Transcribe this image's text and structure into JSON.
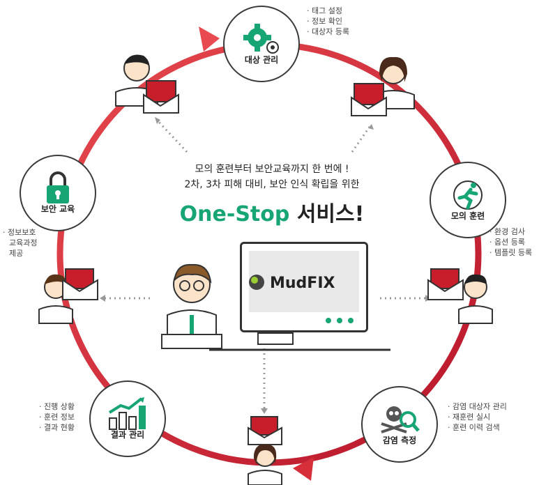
{
  "center": {
    "line1": "모의 훈련부터 보안교육까지 한 번에 !",
    "line2": "2차, 3차 피해 대비, 보안 인식 확립을 위한",
    "headline_green": "One-Stop",
    "headline_dark": " 서비스!"
  },
  "logo": {
    "text": "MudFIX"
  },
  "nodes": {
    "target": {
      "label": "대상 관리",
      "icon": "gear-icon"
    },
    "training": {
      "label": "모의 훈련",
      "icon": "running-man-icon"
    },
    "infection": {
      "label": "감염 측정",
      "icon": "skull-magnifier-icon"
    },
    "result": {
      "label": "결과 관리",
      "icon": "bar-chart-icon"
    },
    "education": {
      "label": "보안 교육",
      "icon": "lock-icon"
    }
  },
  "notes": {
    "target": [
      "· 태그 설정",
      "· 정보 확인",
      "· 대상자 등록"
    ],
    "training": [
      "· 환경 검사",
      "· 옵션 등록",
      "· 템플릿 등록"
    ],
    "infection": [
      "· 감염 대상자 관리",
      "· 재훈련 실시",
      "· 훈련 이력 검색"
    ],
    "result": [
      "· 진행 상황",
      "· 훈련 정보",
      "· 결과 현황"
    ],
    "education": [
      "· 정보보호",
      "교육과정",
      "제공"
    ]
  },
  "colors": {
    "ring": "#d62f3a",
    "green": "#17a673",
    "envelope": "#c81e2b"
  }
}
